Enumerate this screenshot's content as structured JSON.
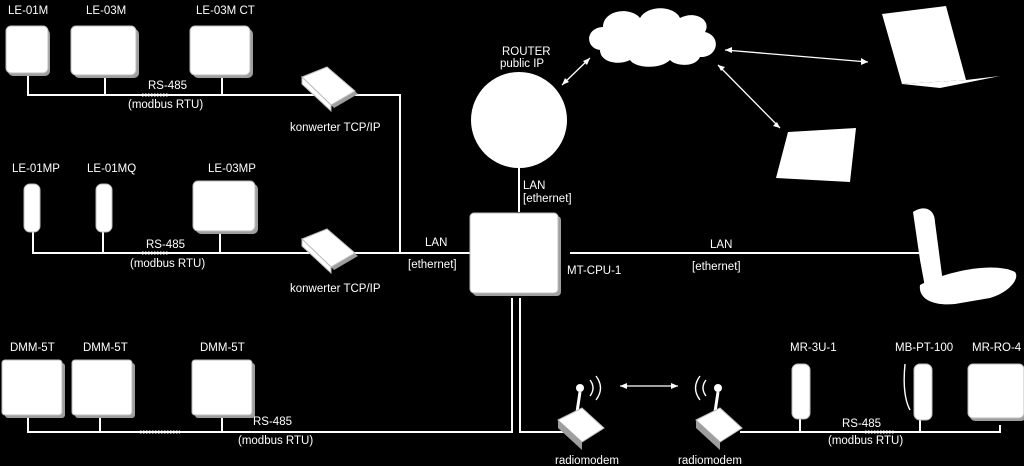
{
  "devices": {
    "le01m": "LE-01M",
    "le03m": "LE-03M",
    "le03mct": "LE-03M CT",
    "le01mp": "LE-01MP",
    "le01mq": "LE-01MQ",
    "le03mp": "LE-03MP",
    "dmm1": "DMM-5T",
    "dmm2": "DMM-5T",
    "dmm3": "DMM-5T",
    "mr3u1": "MR-3U-1",
    "mbpt100": "MB-PT-100",
    "mrro4": "MR-RO-4",
    "mtcpu": "MT-CPU-1"
  },
  "bus_labels": {
    "top": [
      "RS-485",
      "(modbus RTU)"
    ],
    "mid": [
      "RS-485",
      "(modbus RTU)"
    ],
    "bottom": [
      "RS-485",
      "(modbus RTU)"
    ],
    "right": [
      "RS-485",
      "(modbus RTU)"
    ]
  },
  "converters": {
    "top": "konwerter TCP/IP",
    "mid": "konwerter TCP/IP"
  },
  "router": [
    "ROUTER",
    "public IP"
  ],
  "links": {
    "lan_left": [
      "LAN",
      "[ethernet]"
    ],
    "lan_up": [
      "LAN",
      "[ethernet]"
    ],
    "lan_right": [
      "LAN",
      "[ethernet]"
    ]
  },
  "radiomodems": {
    "left": "radiomodem",
    "right": "radiomodem"
  }
}
